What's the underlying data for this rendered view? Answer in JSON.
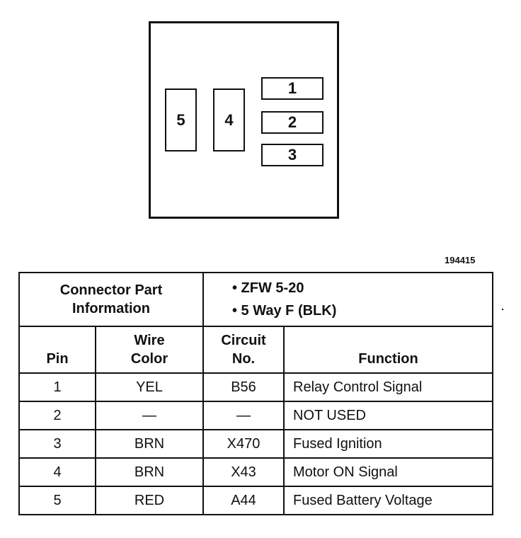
{
  "connector_face": {
    "pins": [
      {
        "label": "5"
      },
      {
        "label": "4"
      },
      {
        "label": "1"
      },
      {
        "label": "2"
      },
      {
        "label": "3"
      }
    ]
  },
  "figure_number": "194415",
  "table": {
    "part_info_label_line1": "Connector Part",
    "part_info_label_line2": "Information",
    "part_info_items": [
      "• ZFW 5-20",
      "• 5 Way F (BLK)"
    ],
    "headers": {
      "pin": "Pin",
      "wire_color_line1": "Wire",
      "wire_color_line2": "Color",
      "circuit_line1": "Circuit",
      "circuit_line2": "No.",
      "function": "Function"
    },
    "rows": [
      {
        "pin": "1",
        "wire_color": "YEL",
        "circuit": "B56",
        "function": "Relay Control Signal"
      },
      {
        "pin": "2",
        "wire_color": "—",
        "circuit": "—",
        "function": "NOT USED"
      },
      {
        "pin": "3",
        "wire_color": "BRN",
        "circuit": "X470",
        "function": "Fused Ignition"
      },
      {
        "pin": "4",
        "wire_color": "BRN",
        "circuit": "X43",
        "function": "Motor ON Signal"
      },
      {
        "pin": "5",
        "wire_color": "RED",
        "circuit": "A44",
        "function": "Fused Battery Voltage"
      }
    ]
  }
}
